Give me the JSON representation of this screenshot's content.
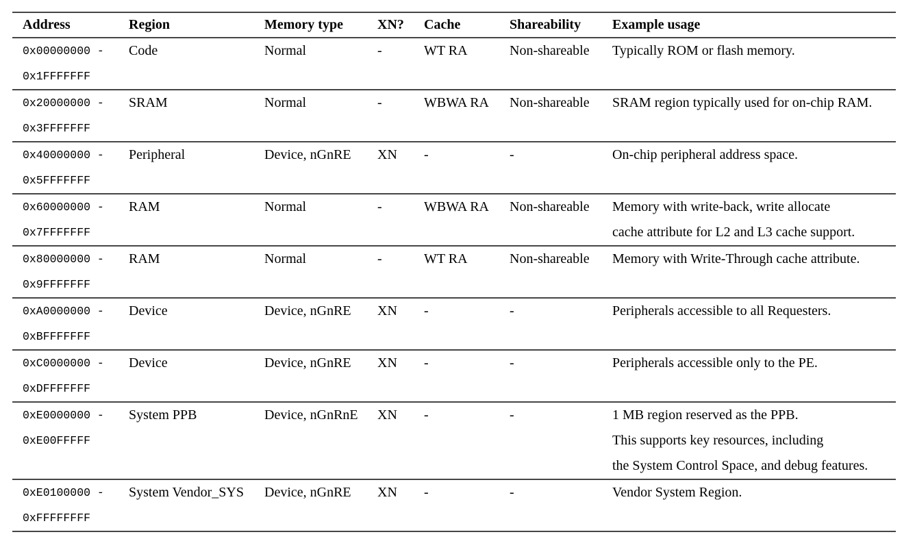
{
  "colors": {
    "background": "#ffffff",
    "text": "#000000",
    "rule": "#454545"
  },
  "table": {
    "columns": [
      "Address",
      "Region",
      "Memory type",
      "XN?",
      "Cache",
      "Shareability",
      "Example usage"
    ],
    "rows": [
      {
        "address_start": "0x00000000 -",
        "address_end": "0x1FFFFFFF",
        "region": "Code",
        "memory_type": "Normal",
        "xn": "-",
        "cache": "WT RA",
        "shareability": "Non-shareable",
        "example_usage": [
          "Typically ROM or flash memory."
        ]
      },
      {
        "address_start": "0x20000000 -",
        "address_end": "0x3FFFFFFF",
        "region": "SRAM",
        "memory_type": "Normal",
        "xn": "-",
        "cache": "WBWA RA",
        "shareability": "Non-shareable",
        "example_usage": [
          "SRAM region typically used for on-chip RAM."
        ]
      },
      {
        "address_start": "0x40000000 -",
        "address_end": "0x5FFFFFFF",
        "region": "Peripheral",
        "memory_type": "Device, nGnRE",
        "xn": "XN",
        "cache": "-",
        "shareability": "-",
        "example_usage": [
          "On-chip peripheral address space."
        ]
      },
      {
        "address_start": "0x60000000 -",
        "address_end": "0x7FFFFFFF",
        "region": "RAM",
        "memory_type": "Normal",
        "xn": "-",
        "cache": "WBWA RA",
        "shareability": "Non-shareable",
        "example_usage": [
          "Memory with write-back, write allocate",
          "cache attribute for L2 and L3 cache support."
        ]
      },
      {
        "address_start": "0x80000000 -",
        "address_end": "0x9FFFFFFF",
        "region": "RAM",
        "memory_type": "Normal",
        "xn": "-",
        "cache": "WT RA",
        "shareability": "Non-shareable",
        "example_usage": [
          "Memory with Write-Through cache attribute."
        ]
      },
      {
        "address_start": "0xA0000000 -",
        "address_end": "0xBFFFFFFF",
        "region": "Device",
        "memory_type": "Device, nGnRE",
        "xn": "XN",
        "cache": "-",
        "shareability": "-",
        "example_usage": [
          "Peripherals accessible to all Requesters."
        ]
      },
      {
        "address_start": "0xC0000000 -",
        "address_end": "0xDFFFFFFF",
        "region": "Device",
        "memory_type": "Device, nGnRE",
        "xn": "XN",
        "cache": "-",
        "shareability": "-",
        "example_usage": [
          "Peripherals accessible only to the PE."
        ]
      },
      {
        "address_start": "0xE0000000 -",
        "address_end": "0xE00FFFFF",
        "region": "System PPB",
        "memory_type": "Device, nGnRnE",
        "xn": "XN",
        "cache": "-",
        "shareability": "-",
        "example_usage": [
          "1 MB region reserved as the PPB.",
          "This supports key resources, including",
          "the System Control Space, and debug features."
        ]
      },
      {
        "address_start": "0xE0100000 -",
        "address_end": "0xFFFFFFFF",
        "region": "System Vendor_SYS",
        "memory_type": "Device, nGnRE",
        "xn": "XN",
        "cache": "-",
        "shareability": "-",
        "example_usage": [
          "Vendor System Region."
        ]
      }
    ]
  }
}
